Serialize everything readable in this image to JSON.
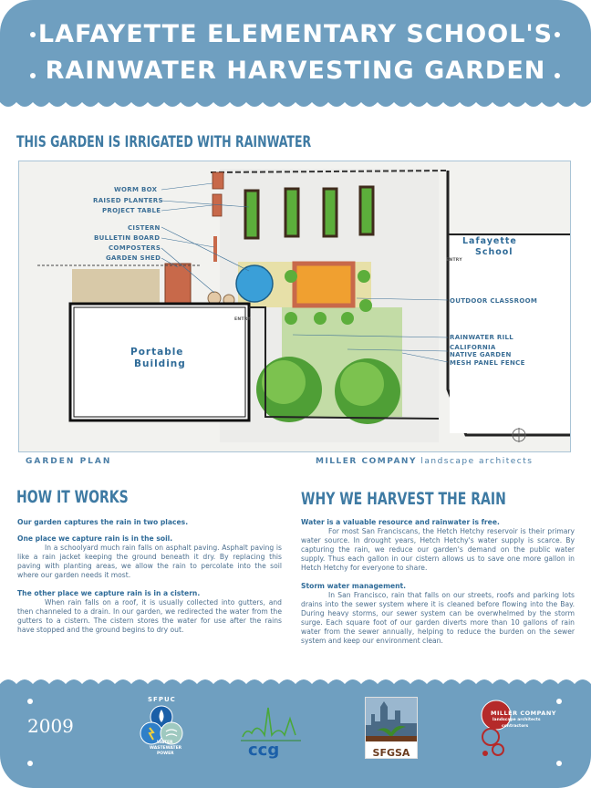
{
  "header": {
    "title_line1": "LAFAYETTE  ELEMENTARY SCHOOL'S",
    "title_line2": "RAINWATER HARVESTING GARDEN"
  },
  "plan": {
    "heading": "THIS GARDEN IS IRRIGATED WITH RAINWATER",
    "labels_left": [
      "WORM BOX",
      "RAISED PLANTERS",
      "PROJECT TABLE",
      "CISTERN",
      "BULLETIN BOARD",
      "COMPOSTERS",
      "GARDEN SHED"
    ],
    "labels_right": [
      "OUTDOOR CLASSROOM",
      "RAINWATER RILL",
      "CALIFORNIA",
      "NATIVE GARDEN",
      "MESH PANEL FENCE"
    ],
    "school_label": [
      "Lafayette",
      "School"
    ],
    "portable_label": [
      "Portable",
      "Building"
    ],
    "entry": "ENTRY",
    "caption_left": "GARDEN PLAN",
    "caption_right_bold": "MILLER COMPANY",
    "caption_right": " landscape architects"
  },
  "how_it_works": {
    "heading": "HOW IT WORKS",
    "lead": "Our garden captures the rain in two places.",
    "sub1": "One place we capture rain is in the soil.",
    "body1": "In a schoolyard much rain falls on asphalt paving. Asphalt paving is like a rain jacket keeping the ground beneath it dry. By replacing this paving with planting areas, we allow the rain to percolate into the soil where our garden needs it most.",
    "sub2": "The other place we capture rain is in a cistern.",
    "body2": "When rain falls on a roof, it is usually collected into gutters, and then channeled to a drain. In our garden, we redirected the water from the gutters to a cistern. The cistern stores the water for use after the rains have stopped and the ground begins to dry out."
  },
  "why": {
    "heading": "WHY WE HARVEST THE RAIN",
    "sub1": "Water is a valuable resource and rainwater is free.",
    "body1": "For most San Franciscans, the Hetch Hetchy reservoir is their primary water source. In drought years, Hetch Hetchy's water supply is scarce. By capturing the rain, we reduce our garden's demand on the public water supply. Thus each gallon in our cistern allows us to save one more gallon in Hetch Hetchy for everyone to share.",
    "sub2": "Storm water management.",
    "body2": "In San Francisco, rain that falls on our streets, roofs and parking lots drains into the sewer system where it is cleaned before flowing into the Bay. During heavy storms, our sewer system can be overwhelmed by the storm surge. Each square foot of our garden diverts more than 10 gallons of rain water from the sewer annually, helping to reduce the burden on the sewer system and keep our environment clean."
  },
  "footer": {
    "year": "2009",
    "sfpuc": "SFPUC",
    "sfpuc_sub": [
      "WATER",
      "WASTEWATER",
      "POWER"
    ],
    "ccg": "ccg",
    "sfgsa": "SFGSA",
    "miller": "MILLER COMPANY",
    "miller_sub": [
      "landscape architects",
      "contractors"
    ]
  },
  "colors": {
    "accent_blue": "#6f9fc0",
    "heading_blue": "#3e7aa3",
    "planter_green": "#5cae3b",
    "brick": "#c8694a",
    "cistern_blue": "#3a9fd8",
    "classroom_orange": "#f0a030"
  }
}
